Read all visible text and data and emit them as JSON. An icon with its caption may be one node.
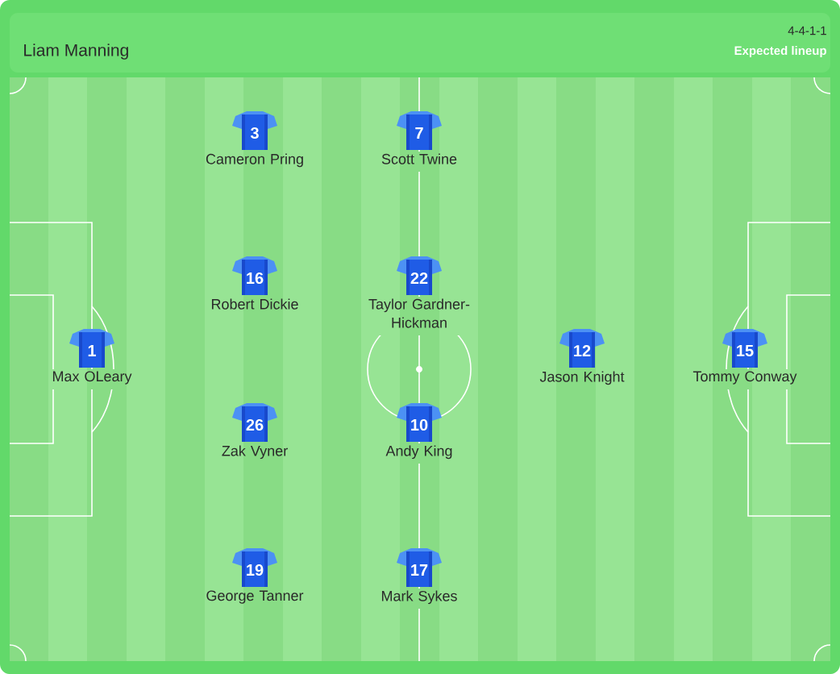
{
  "diagram": {
    "nodes": [
      {
        "text": [
          "3"
        ],
        "beside": [
          "Cameron Pring"
        ]
      },
      {
        "text": [
          "7"
        ],
        "beside": [
          "Scott Twine"
        ]
      },
      {
        "text": [
          "16"
        ],
        "beside": [
          "Robert Dickie"
        ]
      },
      {
        "text": [
          "22"
        ],
        "beside": [
          "Taylor Gardner-Hickman"
        ]
      },
      {
        "text": [
          "1"
        ],
        "beside": [
          "Max OLeary"
        ]
      },
      {
        "text": [
          "12"
        ],
        "beside": [
          "Jason Knight"
        ]
      },
      {
        "text": [
          "15"
        ],
        "beside": [
          "Tommy Conway"
        ]
      },
      {
        "text": [
          "26"
        ],
        "beside": [
          "Zak Vyner"
        ]
      },
      {
        "text": [
          "10"
        ],
        "beside": [
          "Andy King"
        ]
      },
      {
        "text": [
          "19"
        ],
        "beside": [
          "George Tanner"
        ]
      },
      {
        "text": [
          "17"
        ],
        "beside": [
          "Mark Sykes"
        ]
      }
    ],
    "labels": [
      "Liam Manning",
      "4-4-1-1",
      "Expected lineup"
    ]
  }
}
